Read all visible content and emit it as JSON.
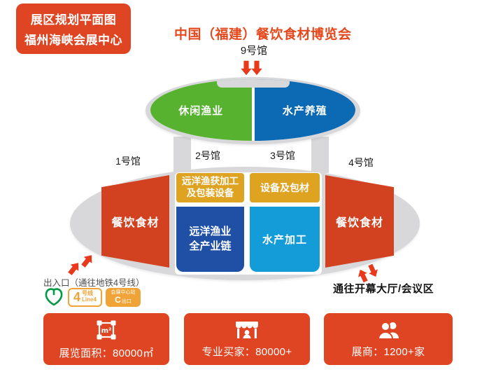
{
  "header": {
    "line1": "展区规划平面图",
    "line2": "福州海峡会展中心"
  },
  "expo_title": "中国（福建）餐饮食材博览会",
  "hall_labels": {
    "hall9": "9号馆",
    "hall1": "1号馆",
    "hall2": "2号馆",
    "hall3": "3号馆",
    "hall4": "4号馆"
  },
  "top_pavilion": {
    "left_zone": "休闲渔业",
    "right_zone": "水产养殖"
  },
  "main_pavilion": {
    "zone_left": "餐饮食材",
    "zone_gold_a_line1": "远洋渔获加工",
    "zone_gold_a_line2": "及包装设备",
    "zone_gold_b": "设备及包材",
    "zone_blue_a_line1": "远洋渔业",
    "zone_blue_a_line2": "全产业链",
    "zone_blue_b": "水产加工",
    "zone_right": "餐饮食材"
  },
  "entrance": {
    "label": "出入口（通往地铁4号线）",
    "metro_line_badge": {
      "number": "4",
      "suffix": "号线",
      "en": "Line4"
    },
    "station_badge": {
      "station": "会展中心站",
      "exit_letter": "C",
      "exit_label": "出口"
    }
  },
  "exit_note": "通往开幕大厅/会议区",
  "stats": [
    {
      "icon": "floor-area-icon",
      "label": "展览面积：80000㎡"
    },
    {
      "icon": "professional-buyers-icon",
      "label": "专业买家：80000+"
    },
    {
      "icon": "exhibitors-icon",
      "label": "展商：1200+家"
    }
  ],
  "colors": {
    "primary_red": "#DF4523",
    "zone_red": "#D24120",
    "zone_gold": "#DFA322",
    "zone_dark_blue": "#1F50A6",
    "zone_light_blue": "#149CD9",
    "zone_green": "#57B230",
    "zone_top_blue": "#0C6AB5",
    "structure_gray": "#D8D8DA",
    "metro_green": "#009944",
    "metro_orange": "#F0A437",
    "arrow_red": "#E8391D"
  }
}
